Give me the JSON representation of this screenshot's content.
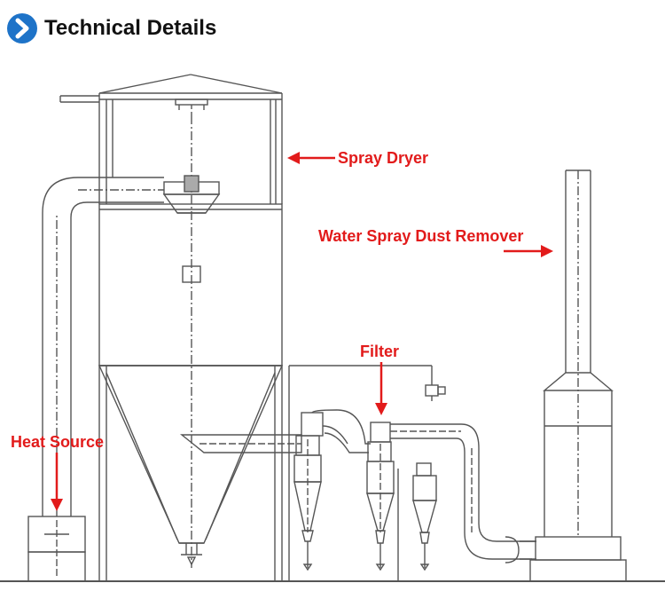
{
  "header": {
    "title": "Technical Details",
    "icon": "chevron-right-icon"
  },
  "labels": {
    "spray_dryer": "Spray Dryer",
    "water_spray": "Water Spray Dust Remover",
    "filter": "Filter",
    "heat_source": "Heat Source"
  },
  "colors": {
    "accent": "#e21b1b",
    "icon_bg": "#1e73c8",
    "line": "#555555"
  }
}
